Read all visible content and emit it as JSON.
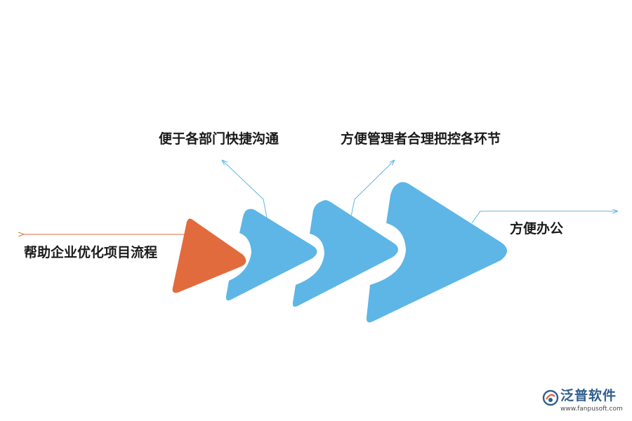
{
  "diagram": {
    "steps": [
      {
        "label": "帮助企业优化项目流程",
        "color": "#e26b3d"
      },
      {
        "label": "便于各部门快捷沟通",
        "color": "#5db6e6"
      },
      {
        "label": "方便管理者合理把控各环节",
        "color": "#5db6e6"
      },
      {
        "label": "方便办公",
        "color": "#5db6e6"
      }
    ]
  },
  "logo": {
    "name": "泛普软件",
    "url": "www.fanpusoft.com",
    "color": "#2f5e8e"
  }
}
